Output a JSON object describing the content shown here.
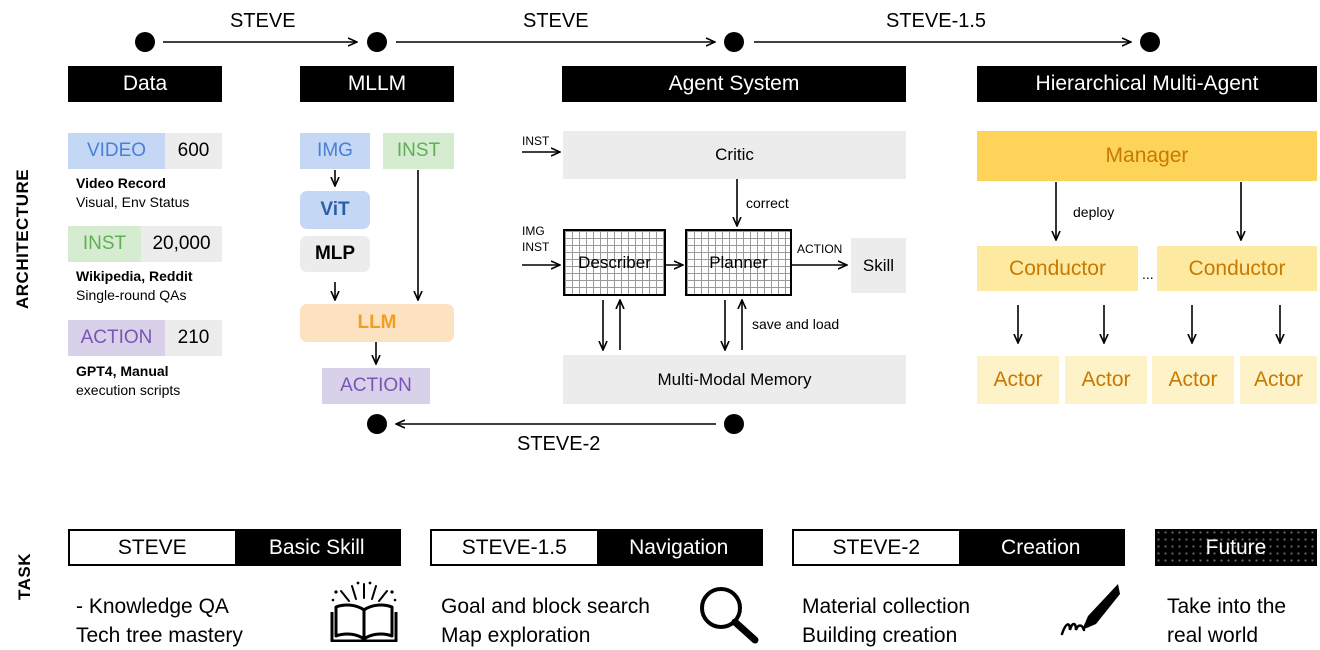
{
  "timeline": {
    "labels": [
      "STEVE",
      "STEVE",
      "STEVE-1.5",
      "STEVE-2"
    ]
  },
  "side_labels": {
    "architecture": "ARCHITECTURE",
    "task": "TASK"
  },
  "headers": {
    "data": "Data",
    "mllm": "MLLM",
    "agent": "Agent System",
    "multi_agent": "Hierarchical Multi-Agent"
  },
  "data_panel": {
    "items": [
      {
        "tag": "VIDEO",
        "count": "600",
        "title": "Video Record",
        "sub": "Visual, Env Status"
      },
      {
        "tag": "INST",
        "count": "20,000",
        "title": "Wikipedia, Reddit",
        "sub": "Single-round QAs"
      },
      {
        "tag": "ACTION",
        "count": "210",
        "title": "GPT4, Manual",
        "sub": "execution scripts"
      }
    ]
  },
  "mllm_panel": {
    "img": "IMG",
    "inst": "INST",
    "vit": "ViT",
    "mlp": "MLP",
    "llm": "LLM",
    "action": "ACTION"
  },
  "agent_panel": {
    "critic": "Critic",
    "inst_in": "INST",
    "img_in": "IMG",
    "inst_in2": "INST",
    "correct": "correct",
    "describer": "Describer",
    "planner": "Planner",
    "action_label": "ACTION",
    "skill": "Skill",
    "save_load": "save and load",
    "memory": "Multi-Modal Memory"
  },
  "multi_agent_panel": {
    "manager": "Manager",
    "deploy": "deploy",
    "conductor": "Conductor",
    "ellipsis": "...",
    "actor": "Actor"
  },
  "tasks": [
    {
      "name": "STEVE",
      "skill": "Basic Skill",
      "lines": [
        "- Knowledge QA",
        "Tech tree mastery"
      ],
      "icon": "book-icon"
    },
    {
      "name": "STEVE-1.5",
      "skill": "Navigation",
      "lines": [
        "Goal and block search",
        "Map exploration"
      ],
      "icon": "magnifier-icon"
    },
    {
      "name": "STEVE-2",
      "skill": "Creation",
      "lines": [
        "Material collection",
        "Building creation"
      ],
      "icon": "pen-icon"
    },
    {
      "name": "",
      "skill": "Future",
      "lines": [
        "Take into the",
        "real world"
      ],
      "icon": ""
    }
  ],
  "colors": {
    "video_bg": "#c4d8f5",
    "video_fg": "#4a7fd4",
    "inst_bg": "#d6ecd0",
    "inst_fg": "#5fae56",
    "action_bg": "#d9d0ea",
    "action_fg": "#7a55b5",
    "llm_bg": "#fde2c2",
    "llm_fg": "#f0a020",
    "manager_bg": "#fdd35a",
    "conductor_bg": "#fde9a0",
    "actor_bg": "#fef2c8",
    "gray_bg": "#ececec"
  }
}
